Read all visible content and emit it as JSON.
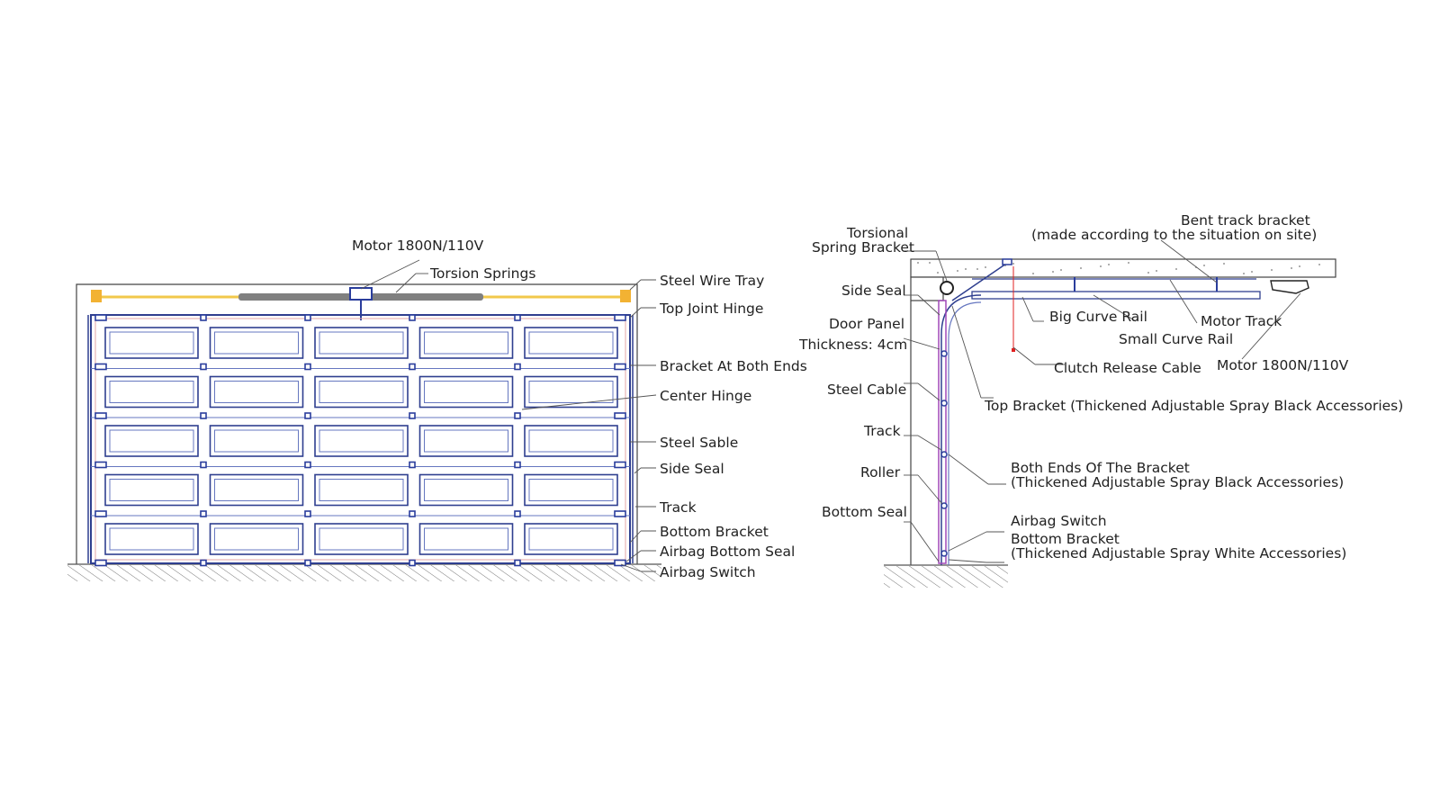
{
  "front_view": {
    "labels": {
      "motor": "Motor 1800N/110V",
      "torsion_springs": "Torsion Springs",
      "steel_wire_tray": "Steel Wire Tray",
      "top_joint_hinge": "Top Joint Hinge",
      "bracket_both_ends": "Bracket At Both Ends",
      "center_hinge": "Center Hinge",
      "steel_sable": "Steel Sable",
      "side_seal": "Side Seal",
      "track": "Track",
      "bottom_bracket": "Bottom Bracket",
      "airbag_bottom_seal": "Airbag Bottom Seal",
      "airbag_switch": "Airbag Switch"
    }
  },
  "side_view": {
    "labels": {
      "torsional_1": "Torsional",
      "torsional_2": "Spring Bracket",
      "bent_track_1": "Bent track bracket",
      "bent_track_2": "(made according to the situation on site)",
      "side_seal": "Side Seal",
      "door_panel_1": "Door Panel",
      "door_panel_2": "Thickness: 4cm",
      "big_curve_rail": "Big Curve Rail",
      "motor_track": "Motor Track",
      "small_curve_rail": "Small Curve Rail",
      "clutch_release_cable": "Clutch Release Cable",
      "motor": "Motor 1800N/110V",
      "top_bracket": "Top Bracket (Thickened Adjustable Spray Black Accessories)",
      "steel_cable": "Steel Cable",
      "track": "Track",
      "roller": "Roller",
      "both_ends_1": "Both Ends Of The Bracket",
      "both_ends_2": "(Thickened Adjustable Spray Black Accessories)",
      "bottom_seal": "Bottom Seal",
      "airbag_switch": "Airbag Switch",
      "bottom_bracket_1": "Bottom Bracket",
      "bottom_bracket_2": "(Thickened Adjustable Spray White Accessories)"
    }
  },
  "colors": {
    "panel_stroke": "#2f3f8f",
    "panel_stroke_light": "#6677c0",
    "spring_bar": "#808080",
    "bracket_yellow": "#f2b233",
    "rod_yellow": "#f2c84b",
    "hinge_blue": "#2a3d9c",
    "track_purple": "#a048b8",
    "release_red": "#e02020",
    "cable_teal": "#2e8a7c"
  }
}
